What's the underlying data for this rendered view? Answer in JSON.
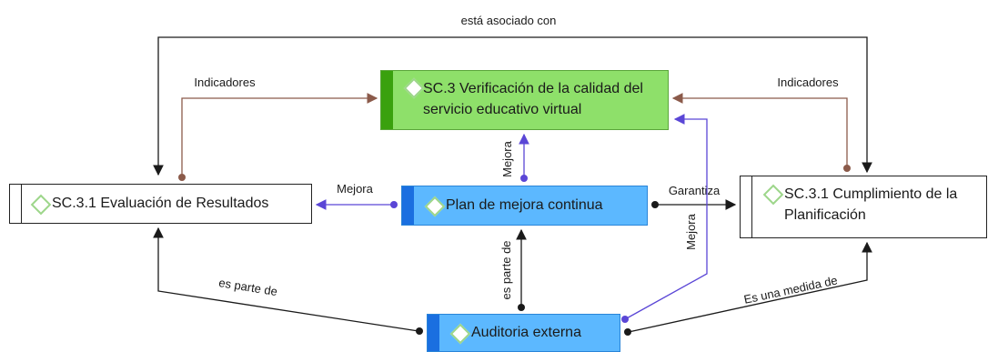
{
  "nodes": {
    "verificacion": {
      "title": "SC.3 Verificación de la calidad del servicio educativo virtual"
    },
    "plan": {
      "title": "Plan de mejora continua"
    },
    "auditoria": {
      "title": "Auditoria externa"
    },
    "evaluacion": {
      "title": "SC.3.1 Evaluación de Resultados"
    },
    "cumplimiento": {
      "title": "SC.3.1 Cumplimiento de la Planificación"
    }
  },
  "edges": {
    "asociado": "está asociado con",
    "indicadores_left": "Indicadores",
    "indicadores_right": "Indicadores",
    "mejora_left": "Mejora",
    "mejora_up": "Mejora",
    "garantiza": "Garantiza",
    "mejora_audit": "Mejora",
    "es_parte_de_left": "es parte de",
    "es_parte_de_center": "es parte de",
    "medida": "Es una medida de"
  },
  "colors": {
    "green_box": "#8ee06a",
    "blue_box": "#5cb8ff",
    "brown_edge": "#8b5a4a",
    "purple_edge": "#5a46d6",
    "black_edge": "#1a1a1a"
  },
  "icons": {
    "node_marker": "diamond-icon"
  }
}
